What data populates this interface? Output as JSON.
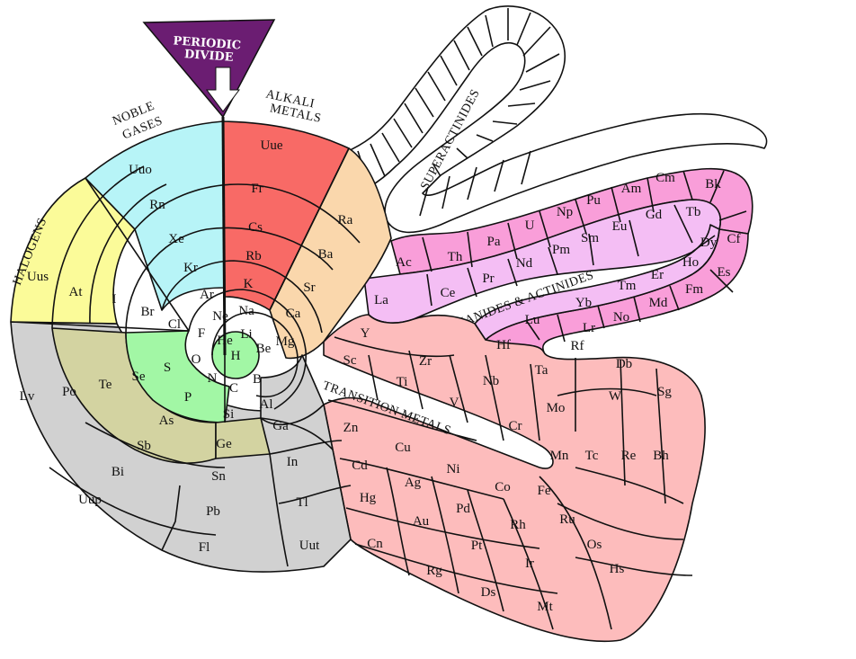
{
  "divider": {
    "line1": "PERIODIC",
    "line2": "DIVIDE"
  },
  "group_labels": {
    "noble1": "NOBLE",
    "noble2": "GASES",
    "alkali1": "ALKALI",
    "alkali2": "METALS",
    "halogens": "HALOGENS",
    "superactinides": "SUPERACTINIDES",
    "lanthanides": "LANTHANIDES & ACTINIDES",
    "transition": "TRANSITION METALS"
  },
  "colors": {
    "noble": "#b7f4f7",
    "alkali": "#f86a66",
    "alkaline": "#fad7ac",
    "halogen": "#fbfb99",
    "nonmetal": "#a2f7a5",
    "metalloid": "#d3d3a1",
    "poor": "#d1d1d1",
    "transition": "#fdbcbc",
    "lanth_a": "#f99ed9",
    "lanth_b": "#f4bef4",
    "divide": "#6b1d72"
  },
  "elements": {
    "H": "H",
    "He": "He",
    "Li": "Li",
    "Be": "Be",
    "B": "B",
    "C": "C",
    "N": "N",
    "O": "O",
    "F": "F",
    "Ne": "Ne",
    "Na": "Na",
    "Mg": "Mg",
    "Al": "Al",
    "Si": "Si",
    "P": "P",
    "S": "S",
    "Cl": "Cl",
    "Ar": "Ar",
    "K": "K",
    "Ca": "Ca",
    "Ga": "Ga",
    "Ge": "Ge",
    "As": "As",
    "Se": "Se",
    "Br": "Br",
    "Kr": "Kr",
    "Rb": "Rb",
    "Sr": "Sr",
    "In": "In",
    "Sn": "Sn",
    "Sb": "Sb",
    "Te": "Te",
    "I": "I",
    "Xe": "Xe",
    "Cs": "Cs",
    "Ba": "Ba",
    "Tl": "Tl",
    "Pb": "Pb",
    "Bi": "Bi",
    "Po": "Po",
    "At": "At",
    "Rn": "Rn",
    "Fr": "Fr",
    "Ra": "Ra",
    "Uut": "Uut",
    "Fl": "Fl",
    "Uup": "Uup",
    "Lv": "Lv",
    "Uus": "Uus",
    "Uuo": "Uuo",
    "Uue": "Uue",
    "Sc": "Sc",
    "Ti": "Ti",
    "V": "V",
    "Cr": "Cr",
    "Mn": "Mn",
    "Fe": "Fe",
    "Co": "Co",
    "Ni": "Ni",
    "Cu": "Cu",
    "Zn": "Zn",
    "Y": "Y",
    "Zr": "Zr",
    "Nb": "Nb",
    "Mo": "Mo",
    "Tc": "Tc",
    "Ru": "Ru",
    "Rh": "Rh",
    "Pd": "Pd",
    "Ag": "Ag",
    "Cd": "Cd",
    "Lu": "Lu",
    "Hf": "Hf",
    "Ta": "Ta",
    "W": "W",
    "Re": "Re",
    "Os": "Os",
    "Ir": "Ir",
    "Pt": "Pt",
    "Au": "Au",
    "Hg": "Hg",
    "Lr": "Lr",
    "Rf": "Rf",
    "Db": "Db",
    "Sg": "Sg",
    "Bh": "Bh",
    "Hs": "Hs",
    "Mt": "Mt",
    "Ds": "Ds",
    "Rg": "Rg",
    "Cn": "Cn",
    "La": "La",
    "Ce": "Ce",
    "Pr": "Pr",
    "Nd": "Nd",
    "Pm": "Pm",
    "Sm": "Sm",
    "Eu": "Eu",
    "Gd": "Gd",
    "Tb": "Tb",
    "Dy": "Dy",
    "Ho": "Ho",
    "Er": "Er",
    "Tm": "Tm",
    "Yb": "Yb",
    "Ac": "Ac",
    "Th": "Th",
    "Pa": "Pa",
    "U": "U",
    "Np": "Np",
    "Pu": "Pu",
    "Am": "Am",
    "Cm": "Cm",
    "Bk": "Bk",
    "Cf": "Cf",
    "Es": "Es",
    "Fm": "Fm",
    "Md": "Md",
    "No": "No"
  }
}
